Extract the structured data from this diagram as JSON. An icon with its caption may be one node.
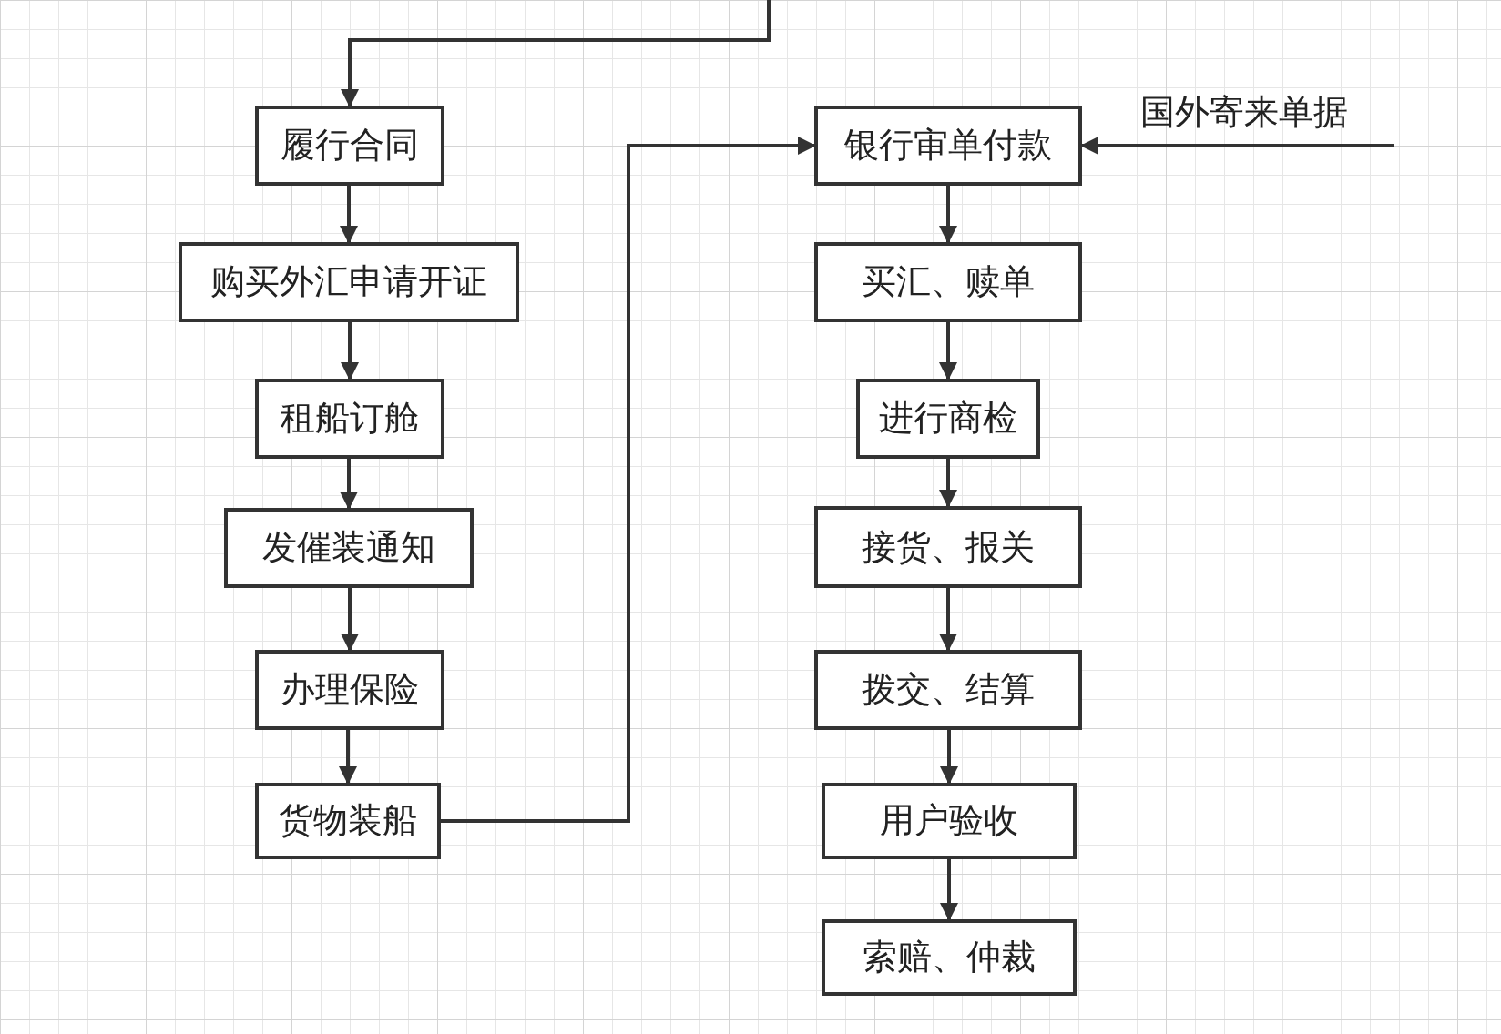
{
  "diagram": {
    "nodes": [
      {
        "text": [
          "履行合同"
        ]
      },
      {
        "text": [
          "购买外汇申请开证"
        ]
      },
      {
        "text": [
          "租船订舱"
        ]
      },
      {
        "text": [
          "发催装通知"
        ]
      },
      {
        "text": [
          "办理保险"
        ]
      },
      {
        "text": [
          "货物装船"
        ]
      },
      {
        "text": [
          "银行审单付款"
        ]
      },
      {
        "text": [
          "买汇、赎单"
        ]
      },
      {
        "text": [
          "进行商检"
        ]
      },
      {
        "text": [
          "接货、报关"
        ]
      },
      {
        "text": [
          "拨交、结算"
        ]
      },
      {
        "text": [
          "用户验收"
        ]
      },
      {
        "text": [
          "索赔、仲裁"
        ]
      }
    ],
    "edges": [
      {
        "from": null,
        "to": 0,
        "arrow": "to"
      },
      {
        "from": 0,
        "to": 1,
        "arrow": "to"
      },
      {
        "from": 1,
        "to": 2,
        "arrow": "to"
      },
      {
        "from": 2,
        "to": 3,
        "arrow": "to"
      },
      {
        "from": 3,
        "to": 4,
        "arrow": "to"
      },
      {
        "from": 4,
        "to": 5,
        "arrow": "to"
      },
      {
        "from": 5,
        "to": 6,
        "arrow": "to"
      },
      {
        "from": null,
        "to": 6,
        "arrow": "to",
        "label": "国外寄来单据"
      },
      {
        "from": 6,
        "to": 7,
        "arrow": "to"
      },
      {
        "from": 7,
        "to": 8,
        "arrow": "to"
      },
      {
        "from": 8,
        "to": 9,
        "arrow": "to"
      },
      {
        "from": 9,
        "to": 10,
        "arrow": "to"
      },
      {
        "from": 10,
        "to": 11,
        "arrow": "to"
      },
      {
        "from": 11,
        "to": 12,
        "arrow": "to"
      }
    ]
  }
}
